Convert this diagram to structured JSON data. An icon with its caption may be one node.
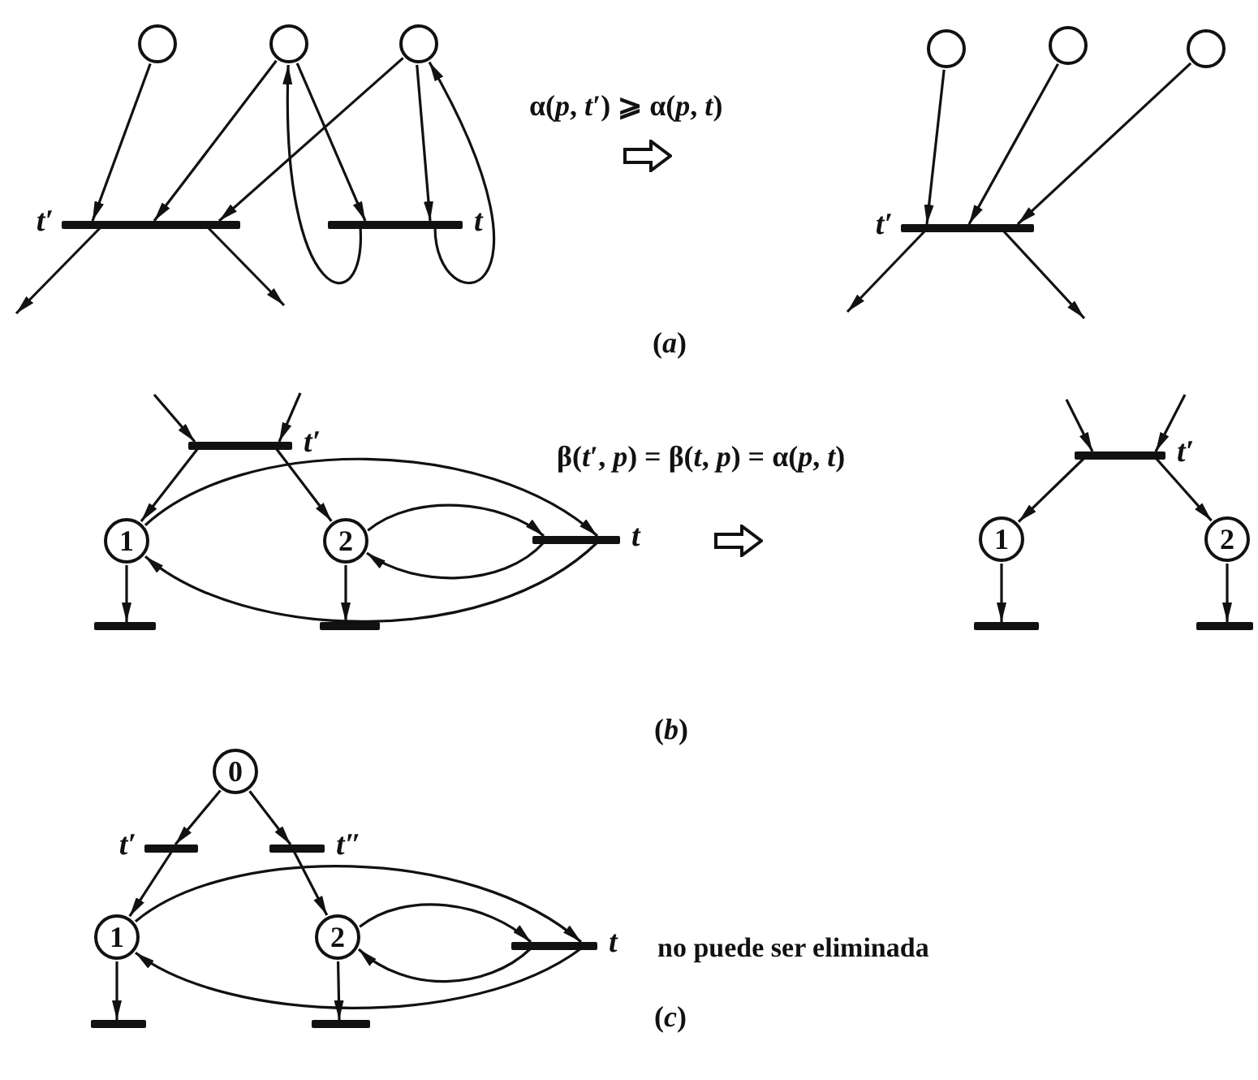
{
  "diagram": {
    "nodes": [
      {
        "text": [],
        "shape": "circle"
      },
      {
        "text": [],
        "shape": "circle"
      },
      {
        "text": [],
        "shape": "circle"
      },
      {
        "text": [],
        "shape": "bar",
        "beside": [
          "t′"
        ]
      },
      {
        "text": [],
        "shape": "bar",
        "beside": [
          "t"
        ]
      },
      {
        "text": [],
        "shape": "circle"
      },
      {
        "text": [],
        "shape": "circle"
      },
      {
        "text": [],
        "shape": "circle"
      },
      {
        "text": [],
        "shape": "bar",
        "beside": [
          "t′"
        ]
      },
      {
        "text": [],
        "shape": "bar",
        "beside": [
          "t′"
        ]
      },
      {
        "text": [
          "1"
        ]
      },
      {
        "text": [
          "2"
        ]
      },
      {
        "text": [],
        "shape": "bar",
        "beside": [
          "t"
        ]
      },
      {
        "text": [],
        "shape": "bar"
      },
      {
        "text": [],
        "shape": "bar"
      },
      {
        "text": [],
        "shape": "bar",
        "beside": [
          "t′"
        ]
      },
      {
        "text": [
          "1"
        ]
      },
      {
        "text": [
          "2"
        ]
      },
      {
        "text": [],
        "shape": "bar"
      },
      {
        "text": [],
        "shape": "bar"
      },
      {
        "text": [
          "0"
        ]
      },
      {
        "text": [],
        "shape": "bar",
        "beside": [
          "t′"
        ]
      },
      {
        "text": [],
        "shape": "bar",
        "beside": [
          "t″"
        ]
      },
      {
        "text": [
          "1"
        ]
      },
      {
        "text": [
          "2"
        ]
      },
      {
        "text": [],
        "shape": "bar",
        "beside": [
          "t"
        ]
      },
      {
        "text": [],
        "shape": "bar"
      },
      {
        "text": [],
        "shape": "bar"
      }
    ],
    "edges": [
      {
        "from": 0,
        "to": 3,
        "arrow": "to"
      },
      {
        "from": 1,
        "to": 3,
        "arrow": "to"
      },
      {
        "from": 2,
        "to": 3,
        "arrow": "to"
      },
      {
        "from": 1,
        "to": 4,
        "arrow": "to"
      },
      {
        "from": 4,
        "to": 1,
        "arrow": "to"
      },
      {
        "from": 2,
        "to": 4,
        "arrow": "to"
      },
      {
        "from": 4,
        "to": 2,
        "arrow": "to"
      },
      {
        "from": 3,
        "to": null,
        "arrow": "to"
      },
      {
        "from": 3,
        "to": null,
        "arrow": "to"
      },
      {
        "from": 5,
        "to": 8,
        "arrow": "to"
      },
      {
        "from": 6,
        "to": 8,
        "arrow": "to"
      },
      {
        "from": 7,
        "to": 8,
        "arrow": "to"
      },
      {
        "from": 8,
        "to": null,
        "arrow": "to"
      },
      {
        "from": 8,
        "to": null,
        "arrow": "to"
      },
      {
        "from": null,
        "to": 9,
        "arrow": "to"
      },
      {
        "from": null,
        "to": 9,
        "arrow": "to"
      },
      {
        "from": 9,
        "to": 10,
        "arrow": "to"
      },
      {
        "from": 9,
        "to": 11,
        "arrow": "to"
      },
      {
        "from": 10,
        "to": 13,
        "arrow": "to"
      },
      {
        "from": 11,
        "to": 14,
        "arrow": "to"
      },
      {
        "from": 10,
        "to": 12,
        "arrow": "to"
      },
      {
        "from": 12,
        "to": 10,
        "arrow": "to"
      },
      {
        "from": 11,
        "to": 12,
        "arrow": "to"
      },
      {
        "from": 12,
        "to": 11,
        "arrow": "to"
      },
      {
        "from": null,
        "to": 15,
        "arrow": "to"
      },
      {
        "from": null,
        "to": 15,
        "arrow": "to"
      },
      {
        "from": 15,
        "to": 16,
        "arrow": "to"
      },
      {
        "from": 15,
        "to": 17,
        "arrow": "to"
      },
      {
        "from": 16,
        "to": 18,
        "arrow": "to"
      },
      {
        "from": 17,
        "to": 19,
        "arrow": "to"
      },
      {
        "from": 20,
        "to": 21,
        "arrow": "to"
      },
      {
        "from": 21,
        "to": 23,
        "arrow": "to"
      },
      {
        "from": 20,
        "to": 22,
        "arrow": "to"
      },
      {
        "from": 22,
        "to": 24,
        "arrow": "to"
      },
      {
        "from": 23,
        "to": 26,
        "arrow": "to"
      },
      {
        "from": 24,
        "to": 27,
        "arrow": "to"
      },
      {
        "from": 23,
        "to": 25,
        "arrow": "to"
      },
      {
        "from": 25,
        "to": 23,
        "arrow": "to"
      },
      {
        "from": 24,
        "to": 25,
        "arrow": "to"
      },
      {
        "from": 25,
        "to": 24,
        "arrow": "to"
      }
    ],
    "labels": [
      "α(*p*, *t*′) ⩾ α(*p*, *t*)",
      "(*a*)",
      "β(*t*′, *p*) = β(*t*, *p*) = α(*p*, *t*)",
      "(*b*)",
      "no puede ser eliminada",
      "(*c*)"
    ]
  }
}
